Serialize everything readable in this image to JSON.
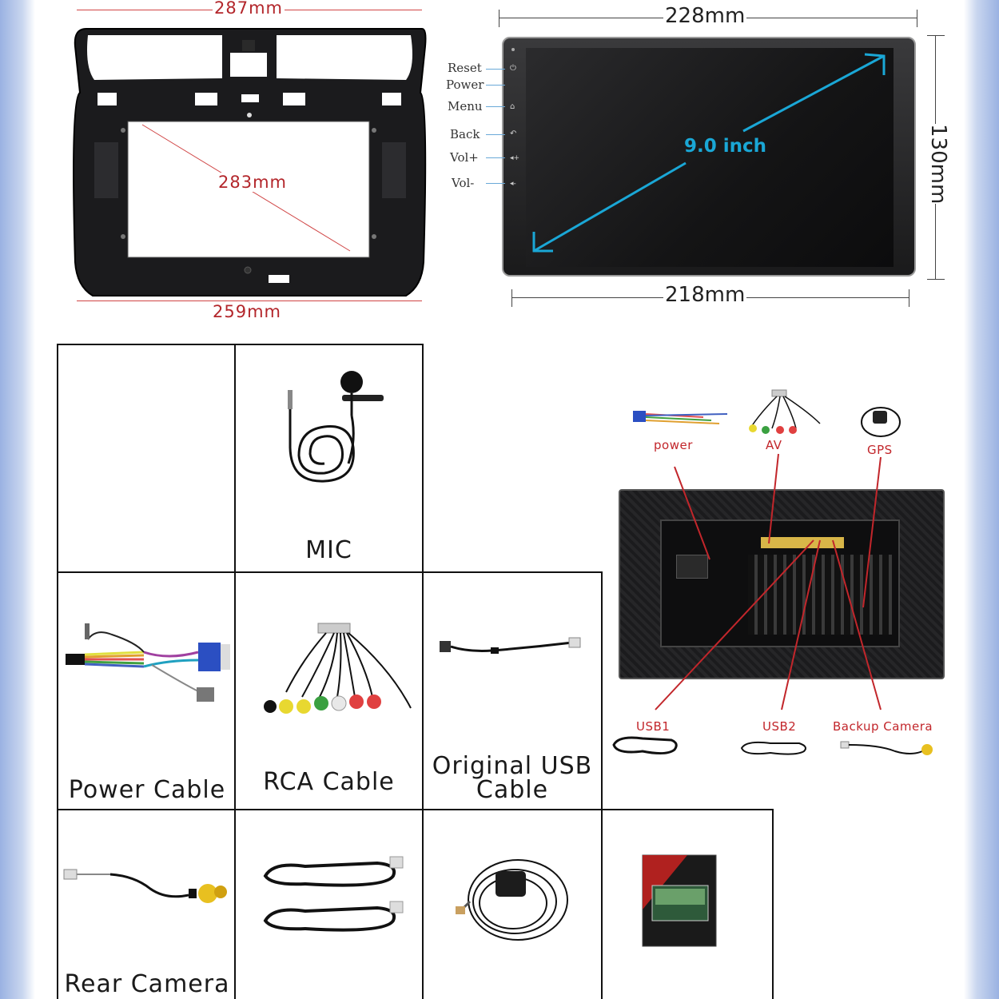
{
  "frame_dims": {
    "top": "287mm",
    "diagonal": "283mm",
    "bottom": "259mm"
  },
  "screen_dims": {
    "top": "228mm",
    "bottom": "218mm",
    "right": "130mm",
    "diagonal": "9.0 inch"
  },
  "side_buttons": [
    "Reset",
    "Power",
    "Menu",
    "Back",
    "Vol+",
    "Vol-"
  ],
  "accessories": {
    "mic": "MIC",
    "power_cable": "Power Cable",
    "rca_cable": "RCA Cable",
    "usb_cable_line1": "Original USB",
    "usb_cable_line2": "Cable",
    "rear_camera": "Rear Camera"
  },
  "wiring": {
    "power": "power",
    "av": "AV",
    "gps": "GPS",
    "usb1": "USB1",
    "usb2": "USB2",
    "backup_camera": "Backup Camera"
  },
  "colors": {
    "dimension_red": "#b3262b",
    "diagonal_blue": "#1aa7d6",
    "wire_red": "#c2262b"
  }
}
